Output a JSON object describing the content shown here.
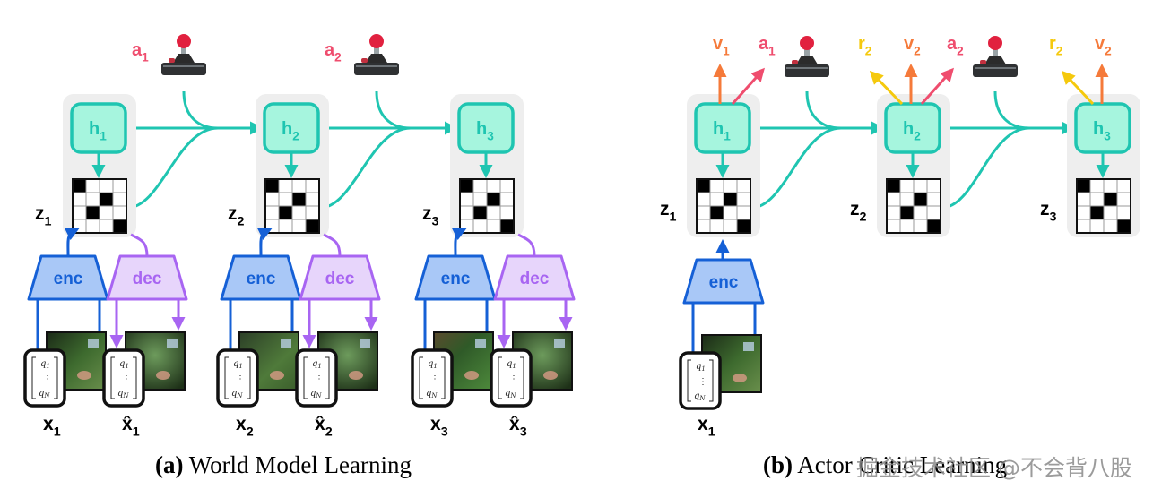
{
  "colors": {
    "teal": "#1fc5b1",
    "teal_fill": "#a6f5de",
    "enc_stroke": "#1560d6",
    "enc_fill": "#a9c8f7",
    "dec_stroke": "#a865f2",
    "dec_fill": "#e7d5fb",
    "action": "#ef4d6e",
    "value": "#f57a3a",
    "reward": "#f5c90d",
    "state_box": "#eeeeee"
  },
  "panel_a": {
    "caption_tag": "(a)",
    "caption_text": " World Model Learning",
    "steps": [
      {
        "h": "h",
        "h_sub": "1",
        "z": "z",
        "z_sub": "1",
        "x": "x",
        "x_sub": "1",
        "xhat": "x̂",
        "xhat_sub": "1"
      },
      {
        "h": "h",
        "h_sub": "2",
        "z": "z",
        "z_sub": "2",
        "x": "x",
        "x_sub": "2",
        "xhat": "x̂",
        "xhat_sub": "2"
      },
      {
        "h": "h",
        "h_sub": "3",
        "z": "z",
        "z_sub": "3",
        "x": "x",
        "x_sub": "3",
        "xhat": "x̂",
        "xhat_sub": "3"
      }
    ],
    "actions": [
      {
        "label": "a",
        "sub": "1"
      },
      {
        "label": "a",
        "sub": "2"
      }
    ],
    "enc_label": "enc",
    "dec_label": "dec"
  },
  "panel_b": {
    "caption_tag": "(b)",
    "caption_text": " Actor Critic Learning",
    "steps": [
      {
        "h": "h",
        "h_sub": "1",
        "z": "z",
        "z_sub": "1"
      },
      {
        "h": "h",
        "h_sub": "2",
        "z": "z",
        "z_sub": "2"
      },
      {
        "h": "h",
        "h_sub": "3",
        "z": "z",
        "z_sub": "3"
      }
    ],
    "outputs": [
      {
        "label": "v",
        "sub": "1"
      },
      {
        "label": "a",
        "sub": "1"
      },
      {
        "label": "r",
        "sub": "2"
      },
      {
        "label": "v",
        "sub": "2"
      },
      {
        "label": "a",
        "sub": "2"
      },
      {
        "label": "r",
        "sub": "2"
      },
      {
        "label": "v",
        "sub": "2"
      }
    ],
    "input": {
      "x": "x",
      "x_sub": "1"
    },
    "enc_label": "enc"
  },
  "vector_card": {
    "top": "q",
    "top_sub": "1",
    "dots": "⋮",
    "bottom": "q",
    "bottom_sub": "N"
  },
  "grid_pattern": [
    [
      1,
      0,
      0,
      0
    ],
    [
      0,
      0,
      1,
      0
    ],
    [
      0,
      1,
      0,
      0
    ],
    [
      0,
      0,
      0,
      1
    ]
  ],
  "watermark": "掘金技术社区 @不会背八股"
}
